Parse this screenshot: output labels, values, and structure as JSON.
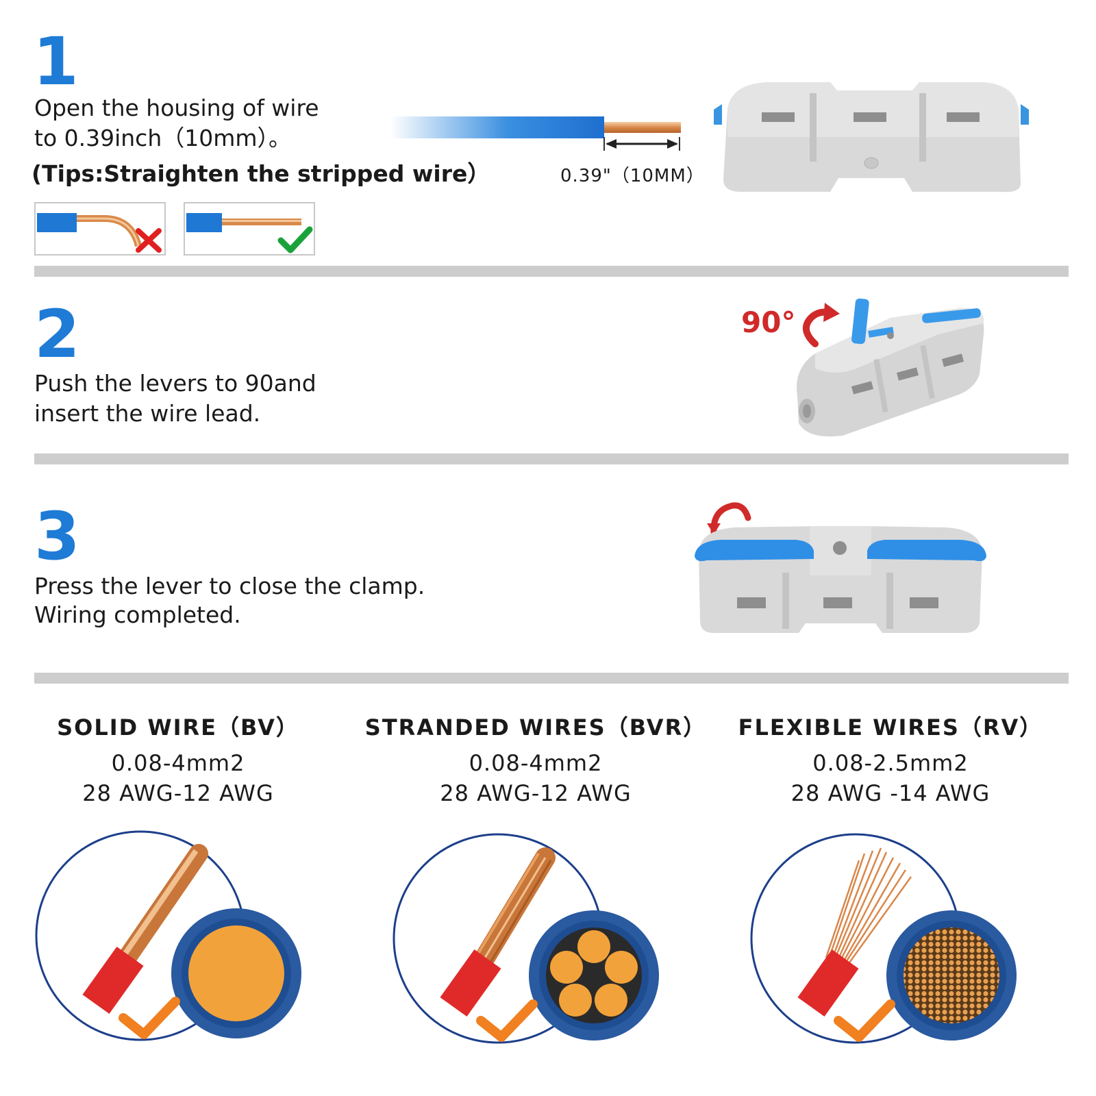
{
  "step1": {
    "number": "1",
    "line1": "Open the housing of wire",
    "line2": "to 0.39inch（10mm）。",
    "tips": "(Tips:Straighten the stripped wire）",
    "measure_label": "0.39\"（10MM）"
  },
  "step2": {
    "number": "2",
    "line1": "Push the levers to 90and",
    "line2": "insert the wire lead.",
    "angle_label": "90°"
  },
  "step3": {
    "number": "3",
    "line1": "Press the lever to close the clamp.",
    "line2": "Wiring completed."
  },
  "wire_types": [
    {
      "title": "SOLID WIRE（BV）",
      "spec1": "0.08-4mm2",
      "spec2": "28 AWG-12 AWG"
    },
    {
      "title": "STRANDED WIRES（BVR）",
      "spec1": "0.08-4mm2",
      "spec2": "28 AWG-12 AWG"
    },
    {
      "title": "FLEXIBLE WIRES（RV）",
      "spec1": "0.08-2.5mm2",
      "spec2": "28 AWG -14 AWG"
    }
  ],
  "colors": {
    "accent_blue": "#1e7bd6",
    "divider_gray": "#cdcdcd",
    "wrong_red": "#e02020",
    "right_green": "#1aa23a",
    "check_orange": "#f08020",
    "copper": "#e8a060",
    "insulation_red": "#e02a2a"
  },
  "icons": {
    "wrong": "cross-icon",
    "right": "check-icon",
    "rotate": "curved-arrow-icon"
  }
}
